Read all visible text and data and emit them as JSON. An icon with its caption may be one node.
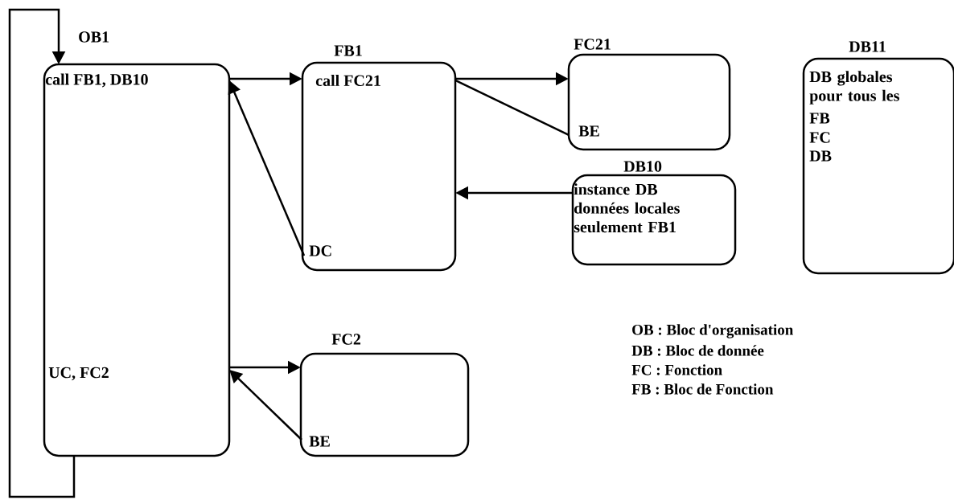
{
  "diagram": {
    "nodes": [
      {
        "text": [
          "OB1",
          "call FB1, DB10",
          "UC, FC2"
        ]
      },
      {
        "text": [
          "FB1",
          "call FC21",
          "DC"
        ]
      },
      {
        "text": [
          "FC21",
          "BE"
        ]
      },
      {
        "text": [
          "DB10",
          "instance DB données locales seulement FB1"
        ]
      },
      {
        "text": [
          "DB11",
          "DB globales pour tous les",
          "FB",
          "FC",
          "DB"
        ]
      },
      {
        "text": [
          "FC2",
          "BE"
        ]
      }
    ],
    "edges": [
      {
        "from": 0,
        "to": 0,
        "arrow": "to"
      },
      {
        "from": 0,
        "to": 1,
        "arrow": "to"
      },
      {
        "from": 1,
        "to": 0,
        "arrow": "to"
      },
      {
        "from": 1,
        "to": 2,
        "arrow": "to"
      },
      {
        "from": 2,
        "to": 1,
        "arrow": "none"
      },
      {
        "from": 3,
        "to": 1,
        "arrow": "to"
      },
      {
        "from": 0,
        "to": 5,
        "arrow": "to"
      },
      {
        "from": 5,
        "to": 0,
        "arrow": "to"
      }
    ],
    "labels": [
      "OB : Bloc d'organisation",
      "DB : Bloc de donnée",
      "FC : Fonction",
      "FB : Bloc de Fonction"
    ]
  }
}
